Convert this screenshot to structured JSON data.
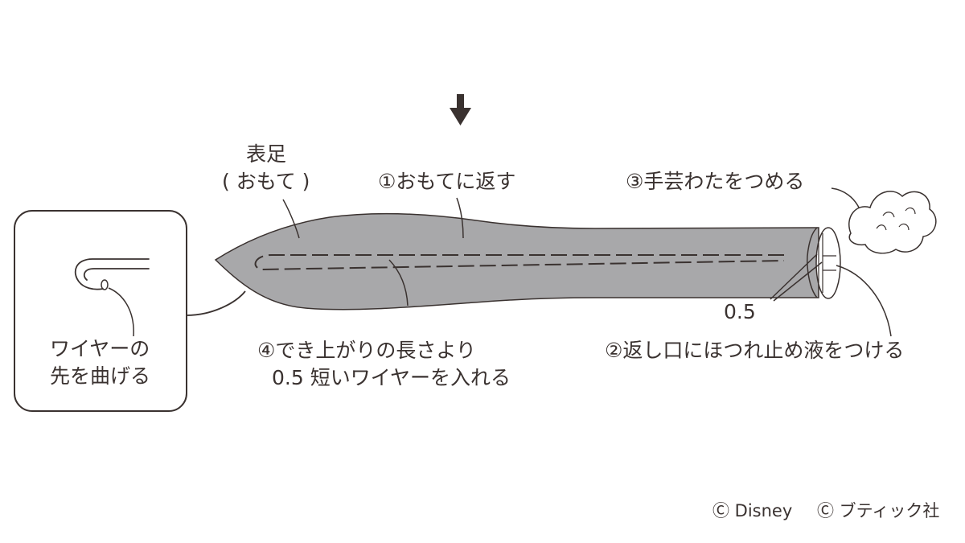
{
  "inset": {
    "caption_line1": "ワイヤーの",
    "caption_line2": "先を曲げる"
  },
  "labels": {
    "outer_leg_line1": "表足",
    "outer_leg_line2": "( おもて )",
    "step1": "①おもてに返す",
    "step2": "②返し口にほつれ止め液をつける",
    "step3": "③手芸わたをつめる",
    "step4_line1": "④でき上がりの長さより",
    "step4_line2": "0.5 短いワイヤーを入れる",
    "measurement": "0.5"
  },
  "credits": {
    "disney": "Ⓒ Disney",
    "publisher": "Ⓒ ブティック社"
  },
  "colors": {
    "leg_fill": "#a8a8aa",
    "line": "#3a3230",
    "background": "#ffffff"
  },
  "icons": {
    "direction": "down-arrow-icon",
    "stuffing": "cotton-stuffing-icon",
    "bent_wire": "bent-wire-icon"
  }
}
